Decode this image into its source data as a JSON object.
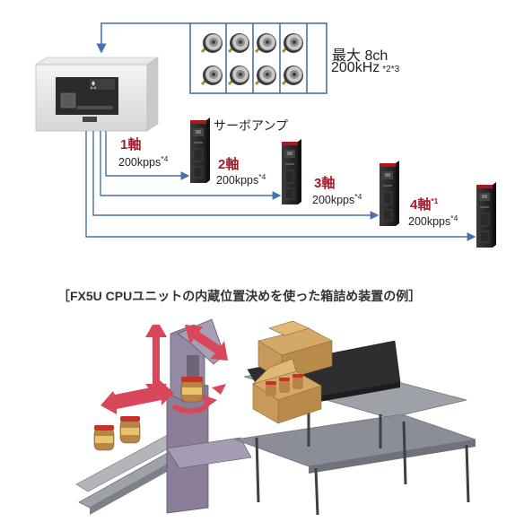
{
  "encoder_group": {
    "line1": "最大 8ch",
    "line2": "200kHz",
    "note": "*2*3"
  },
  "servo_title": "サーボアンプ",
  "axes": [
    {
      "name": "1軸",
      "note": "",
      "rate": "200kpps",
      "rate_note": "*4"
    },
    {
      "name": "2軸",
      "note": "",
      "rate": "200kpps",
      "rate_note": "*4"
    },
    {
      "name": "3軸",
      "note": "",
      "rate": "200kpps",
      "rate_note": "*4"
    },
    {
      "name": "4軸",
      "note": "*1",
      "rate": "200kpps",
      "rate_note": "*4"
    }
  ],
  "caption": "［FX5U CPUユニットの内蔵位置決めを使った箱詰め装置の例］",
  "plc_label": "MITSUBISHI ELECTRIC",
  "colors": {
    "wire": "#4a6fae",
    "axis_red": "#a31c2a",
    "arrow_red": "#d9475a",
    "robot": "#8a7e99",
    "conveyor": "#8b8e96",
    "box": "#c79a5c"
  }
}
